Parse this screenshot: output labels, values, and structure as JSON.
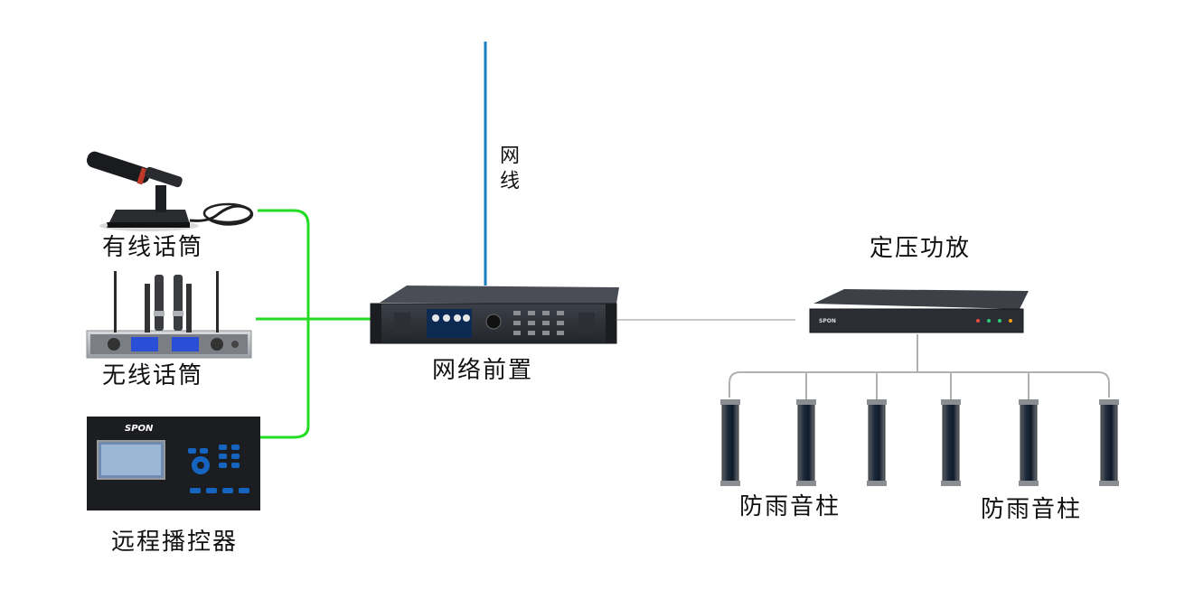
{
  "labels": {
    "wired_mic": "有线话筒",
    "wireless_mic": "无线话筒",
    "remote_controller": "远程播控器",
    "network_frontend": "网络前置",
    "network_cable": "网线",
    "amplifier": "定压功放",
    "speaker_group_left": "防雨音柱",
    "speaker_group_right": "防雨音柱"
  },
  "device_text": {
    "controller_brand": "SPON",
    "amp_brand": "SPON"
  },
  "colors": {
    "green_link": "#22dd22",
    "blue_cable": "#1a7fc1",
    "gray_link": "#c8c8c8",
    "device_dark": "#2a2d33"
  },
  "icons": {
    "wired_mic": "gooseneck-microphone-icon",
    "wireless_mic": "wireless-receiver-icon",
    "remote_controller": "remote-control-panel-icon",
    "network_frontend": "rack-unit-icon",
    "amplifier": "amplifier-icon",
    "speaker": "column-speaker-icon"
  }
}
